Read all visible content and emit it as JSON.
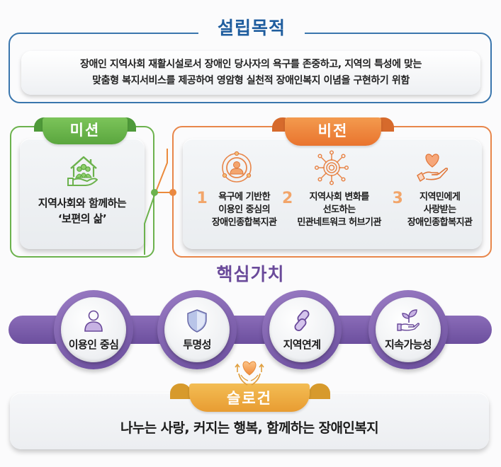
{
  "purpose": {
    "title": "설립목적",
    "lines": [
      "장애인 지역사회 재활시설로서 장애인 당사자의 욕구를 존중하고, 지역의 특성에 맞는",
      "맞춤형 복지서비스를 제공하여 영암형 실천적 장애인복지 이념을 구현하기 위함"
    ],
    "color": "#1f5d9e"
  },
  "mission": {
    "title": "미션",
    "icon": "house-family-hand-icon",
    "line1": "지역사회와 함께하는",
    "line2": "‘보편의 삶’",
    "color": "#6cb24d"
  },
  "vision": {
    "title": "비전",
    "color": "#e8864a",
    "items": [
      {
        "num": "1",
        "icon": "person-orbit-icon",
        "text": "욕구에 기반한\n이용인 중심의\n장애인종합복지관"
      },
      {
        "num": "2",
        "icon": "network-gear-icon",
        "text": "지역사회 변화를\n선도하는\n민관네트워크 허브기관"
      },
      {
        "num": "3",
        "icon": "heart-hand-icon",
        "text": "지역민에게\n사랑받는\n장애인종합복지관"
      }
    ]
  },
  "values": {
    "title": "핵심가치",
    "color": "#6a4a9a",
    "items": [
      {
        "label": "이용인 중심",
        "icon": "person-icon"
      },
      {
        "label": "투명성",
        "icon": "shield-icon"
      },
      {
        "label": "지역연계",
        "icon": "link-icon"
      },
      {
        "label": "지속가능성",
        "icon": "sprout-hand-icon"
      }
    ]
  },
  "slogan": {
    "title": "슬로건",
    "icon": "heart-hands-arrows-icon",
    "text": "나누는 사랑, 커지는 행복, 함께하는 장애인복지",
    "color": "#e89c32"
  }
}
